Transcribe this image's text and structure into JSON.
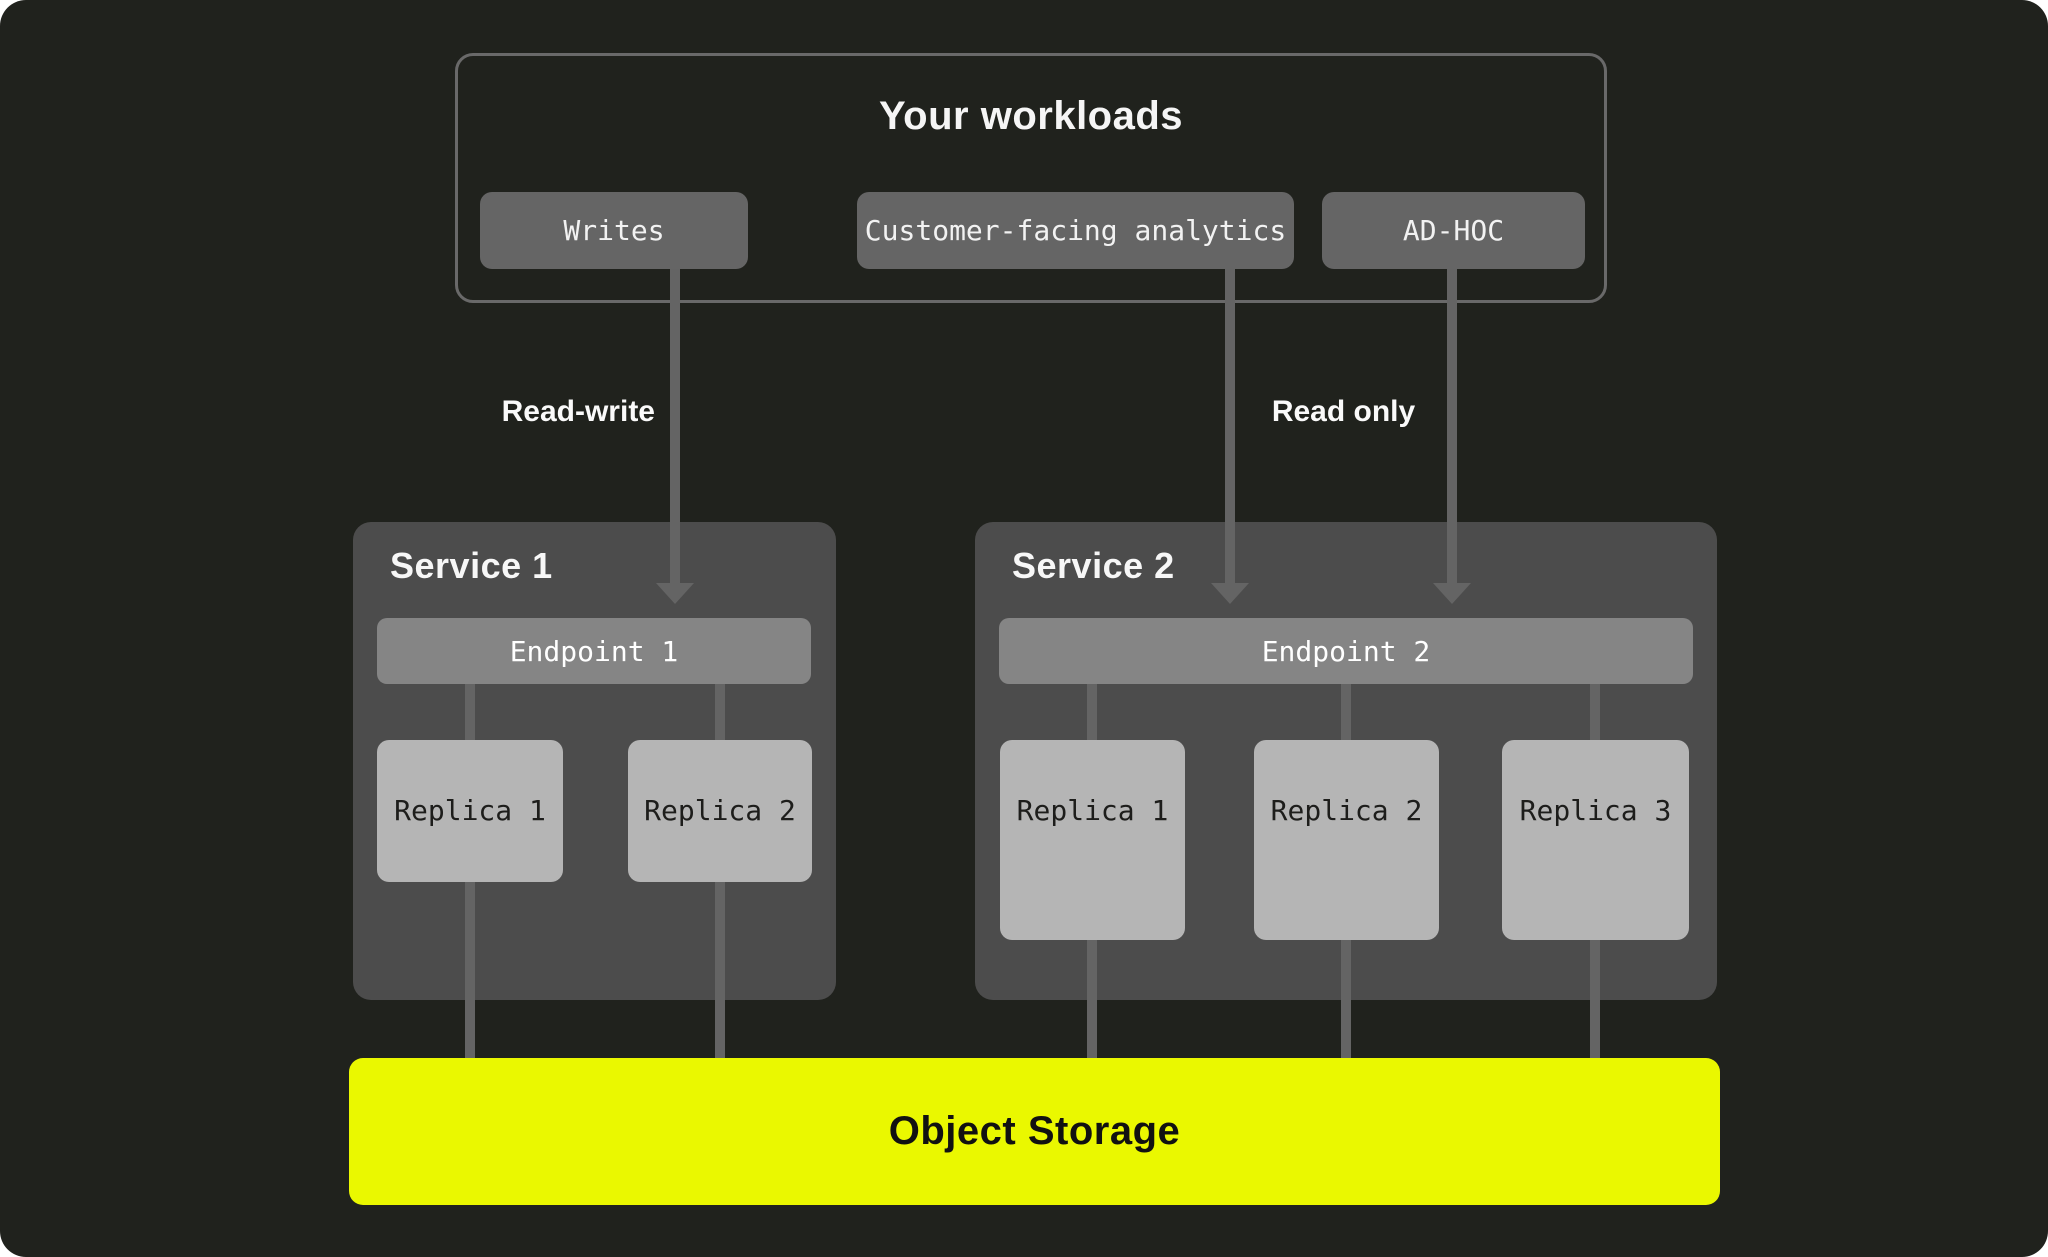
{
  "workloads": {
    "title": "Your workloads",
    "items": [
      {
        "label": "Writes"
      },
      {
        "label": "Customer-facing analytics"
      },
      {
        "label": "AD-HOC"
      }
    ]
  },
  "connections": {
    "read_write_label": "Read-write",
    "read_only_label": "Read only"
  },
  "services": [
    {
      "title": "Service 1",
      "endpoint": "Endpoint 1",
      "replicas": [
        "Replica 1",
        "Replica 2"
      ]
    },
    {
      "title": "Service 2",
      "endpoint": "Endpoint 2",
      "replicas": [
        "Replica 1",
        "Replica 2",
        "Replica 3"
      ]
    }
  ],
  "storage": {
    "label": "Object Storage"
  },
  "colors": {
    "page_background": "#FFFFFF",
    "canvas_background": "#20221D",
    "container_border": "#696969",
    "workload_box": "#656565",
    "service_box": "#4C4C4C",
    "endpoint_bar": "#858585",
    "replica_box": "#B5B5B5",
    "connector_line": "#646464",
    "storage_accent": "#EAF800",
    "text_light": "#F5F5F5",
    "text_dark": "#1D1D1B"
  }
}
